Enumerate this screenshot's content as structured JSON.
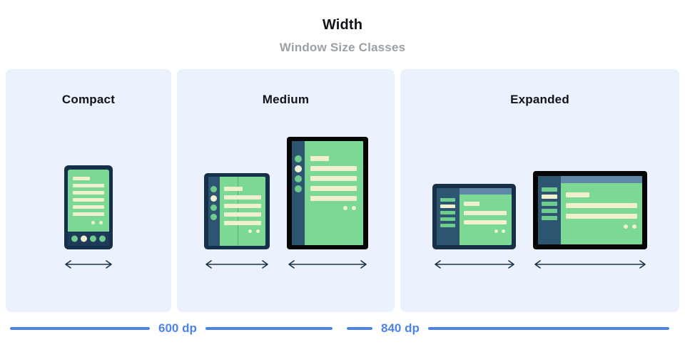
{
  "header": {
    "title": "Width",
    "subtitle": "Window Size Classes"
  },
  "panels": [
    {
      "id": "compact",
      "title": "Compact"
    },
    {
      "id": "medium",
      "title": "Medium"
    },
    {
      "id": "expanded",
      "title": "Expanded"
    }
  ],
  "rulers": [
    {
      "label": "600 dp"
    },
    {
      "label": "840 dp"
    }
  ],
  "colors": {
    "panel_background": "#EBF2FD",
    "screen_green": "#7BD895",
    "content_cream": "#F0EFD0",
    "frame_navy": "#17304a",
    "frame_black": "#060606",
    "rail_slate": "#2d5470",
    "topbar_blue": "#5f88a8",
    "ruler_blue": "#4D82E8",
    "title_dark": "#111418",
    "subtitle_grey": "#9aa0a6"
  },
  "devices": {
    "phone": {
      "name": "phone-portrait",
      "nav_items": 4,
      "active_nav_index": 1,
      "content_lines": 6
    },
    "foldable": {
      "name": "foldable-tablet-portrait",
      "rail_dots": 4,
      "active_dot_index": 1,
      "content_lines": 5,
      "fold_line": true
    },
    "tablet_portrait": {
      "name": "tablet-portrait",
      "rail_dots": 4,
      "active_dot_index": 1,
      "content_lines": 5
    },
    "tablet_landscape_small": {
      "name": "tablet-landscape-small",
      "rail_bars": 5,
      "active_bar_index": 1,
      "content_lines": 3
    },
    "tablet_landscape_large": {
      "name": "tablet-landscape-large",
      "rail_bars": 5,
      "active_bar_index": 1,
      "content_lines": 3
    }
  }
}
